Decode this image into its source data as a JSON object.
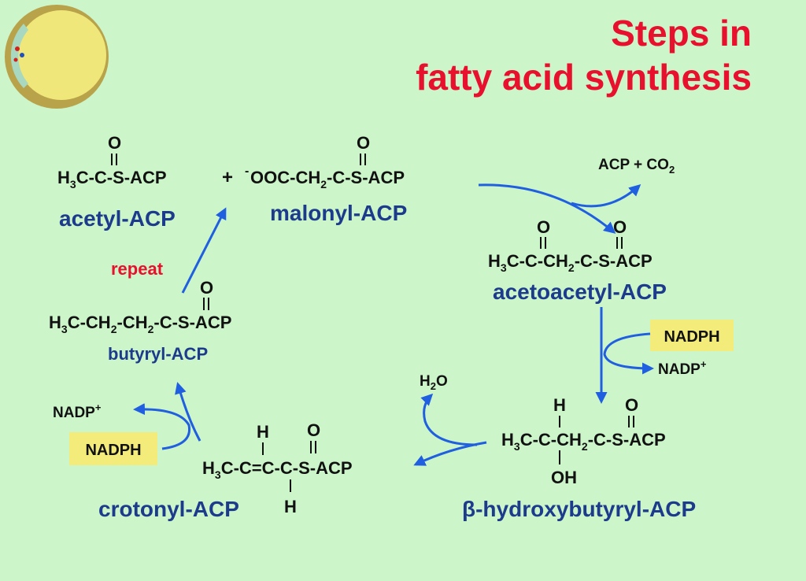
{
  "title": {
    "line1": "Steps in",
    "line2": "fatty acid synthesis"
  },
  "colors": {
    "background": "#ccf5c9",
    "title": "#e8112d",
    "name": "#1d3b8c",
    "formula": "#111111",
    "arrow": "#1f5fe0",
    "badge": "#f3ec7a",
    "cell": "#efe77a",
    "cell_rim": "#b8a24a"
  },
  "cell_icon": "cell-icon",
  "molecules": {
    "acetyl": {
      "formula": [
        "H",
        "3",
        "C-C-S-ACP"
      ],
      "oxygen": "O",
      "name": "acetyl-ACP"
    },
    "malonyl": {
      "plus": "+",
      "charge": "-",
      "formula": [
        "OOC-CH",
        "2",
        "-C-S-ACP"
      ],
      "oxygen": "O",
      "name": "malonyl-ACP"
    },
    "acetoacetyl": {
      "formula": [
        "H",
        "3",
        "C-C-CH",
        "2",
        "-C-S-ACP"
      ],
      "oxygen1": "O",
      "oxygen2": "O",
      "name": "acetoacetyl-ACP"
    },
    "hydroxybutyryl": {
      "formula": [
        "H",
        "3",
        "C-C-CH",
        "2",
        "-C-S-ACP"
      ],
      "hydrogen_top": "H",
      "oxygen": "O",
      "hydroxyl": "OH",
      "name": "β-hydroxybutyryl-ACP"
    },
    "crotonyl": {
      "formula": [
        "H",
        "3",
        "C-C",
        "=",
        "C-C-S-ACP"
      ],
      "hydrogen_top": "H",
      "hydrogen_bottom": "H",
      "oxygen": "O",
      "name": "crotonyl-ACP"
    },
    "butyryl": {
      "formula": [
        "H",
        "3",
        "C-CH",
        "2",
        "-CH",
        "2",
        "-C-S-ACP"
      ],
      "oxygen": "O",
      "name": "butyryl-ACP"
    }
  },
  "byproducts": {
    "acp_co2": [
      "ACP + CO",
      "2"
    ],
    "water": [
      "H",
      "2",
      "O"
    ],
    "nadp_right": "NADP",
    "nadp_left": "NADP",
    "nadp_charge": "+"
  },
  "badges": {
    "nadph_right": "NADPH",
    "nadph_left": "NADPH"
  },
  "repeat_label": "repeat"
}
